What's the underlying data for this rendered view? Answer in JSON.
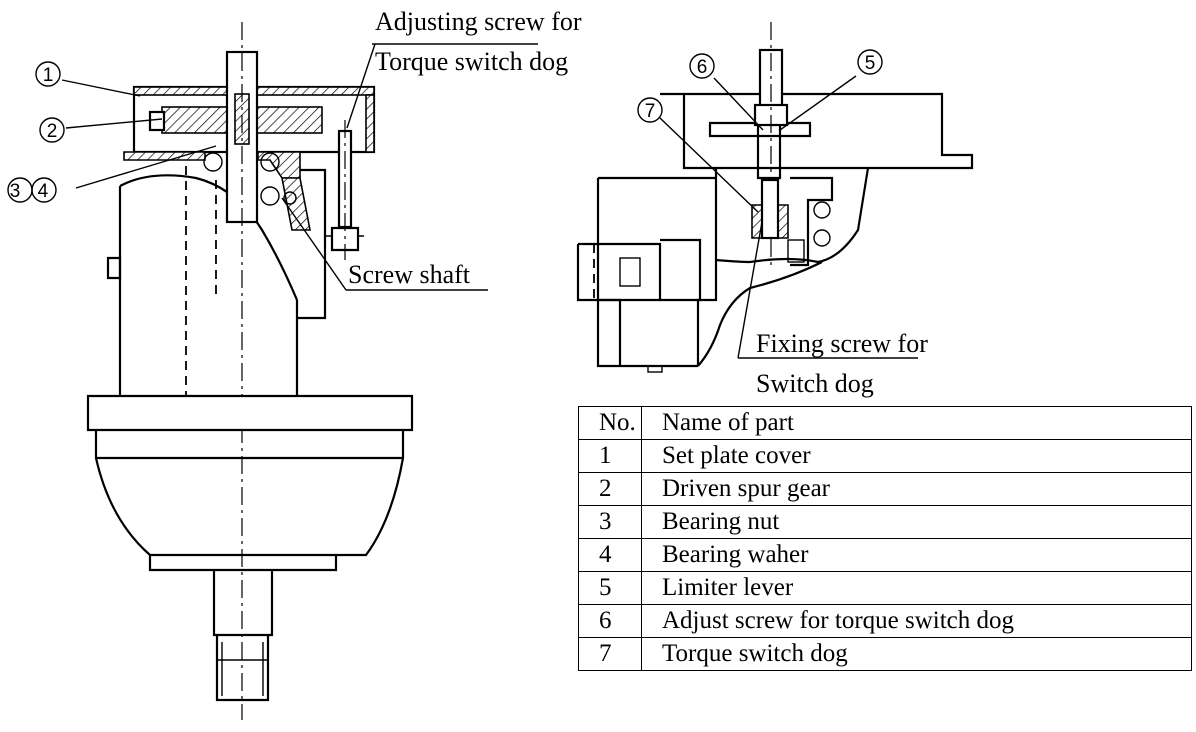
{
  "callouts": {
    "c1": "1",
    "c2": "2",
    "c34": "3 4",
    "c5": "5",
    "c6": "6",
    "c7": "7"
  },
  "labels": {
    "adjusting_line1": "Adjusting screw for",
    "adjusting_line2": "Torque switch dog",
    "screw_shaft": "Screw shaft",
    "fixing_line1": "Fixing screw for",
    "fixing_line2": "Switch dog"
  },
  "parts_table": {
    "header_no": "No.",
    "header_name": "Name of part",
    "rows": [
      {
        "no": "1",
        "name": "Set plate cover"
      },
      {
        "no": "2",
        "name": "Driven spur gear"
      },
      {
        "no": "3",
        "name": "Bearing nut"
      },
      {
        "no": "4",
        "name": "Bearing waher"
      },
      {
        "no": "5",
        "name": "Limiter lever"
      },
      {
        "no": "6",
        "name": "Adjust screw for torque switch dog"
      },
      {
        "no": "7",
        "name": "Torque switch dog"
      }
    ]
  }
}
